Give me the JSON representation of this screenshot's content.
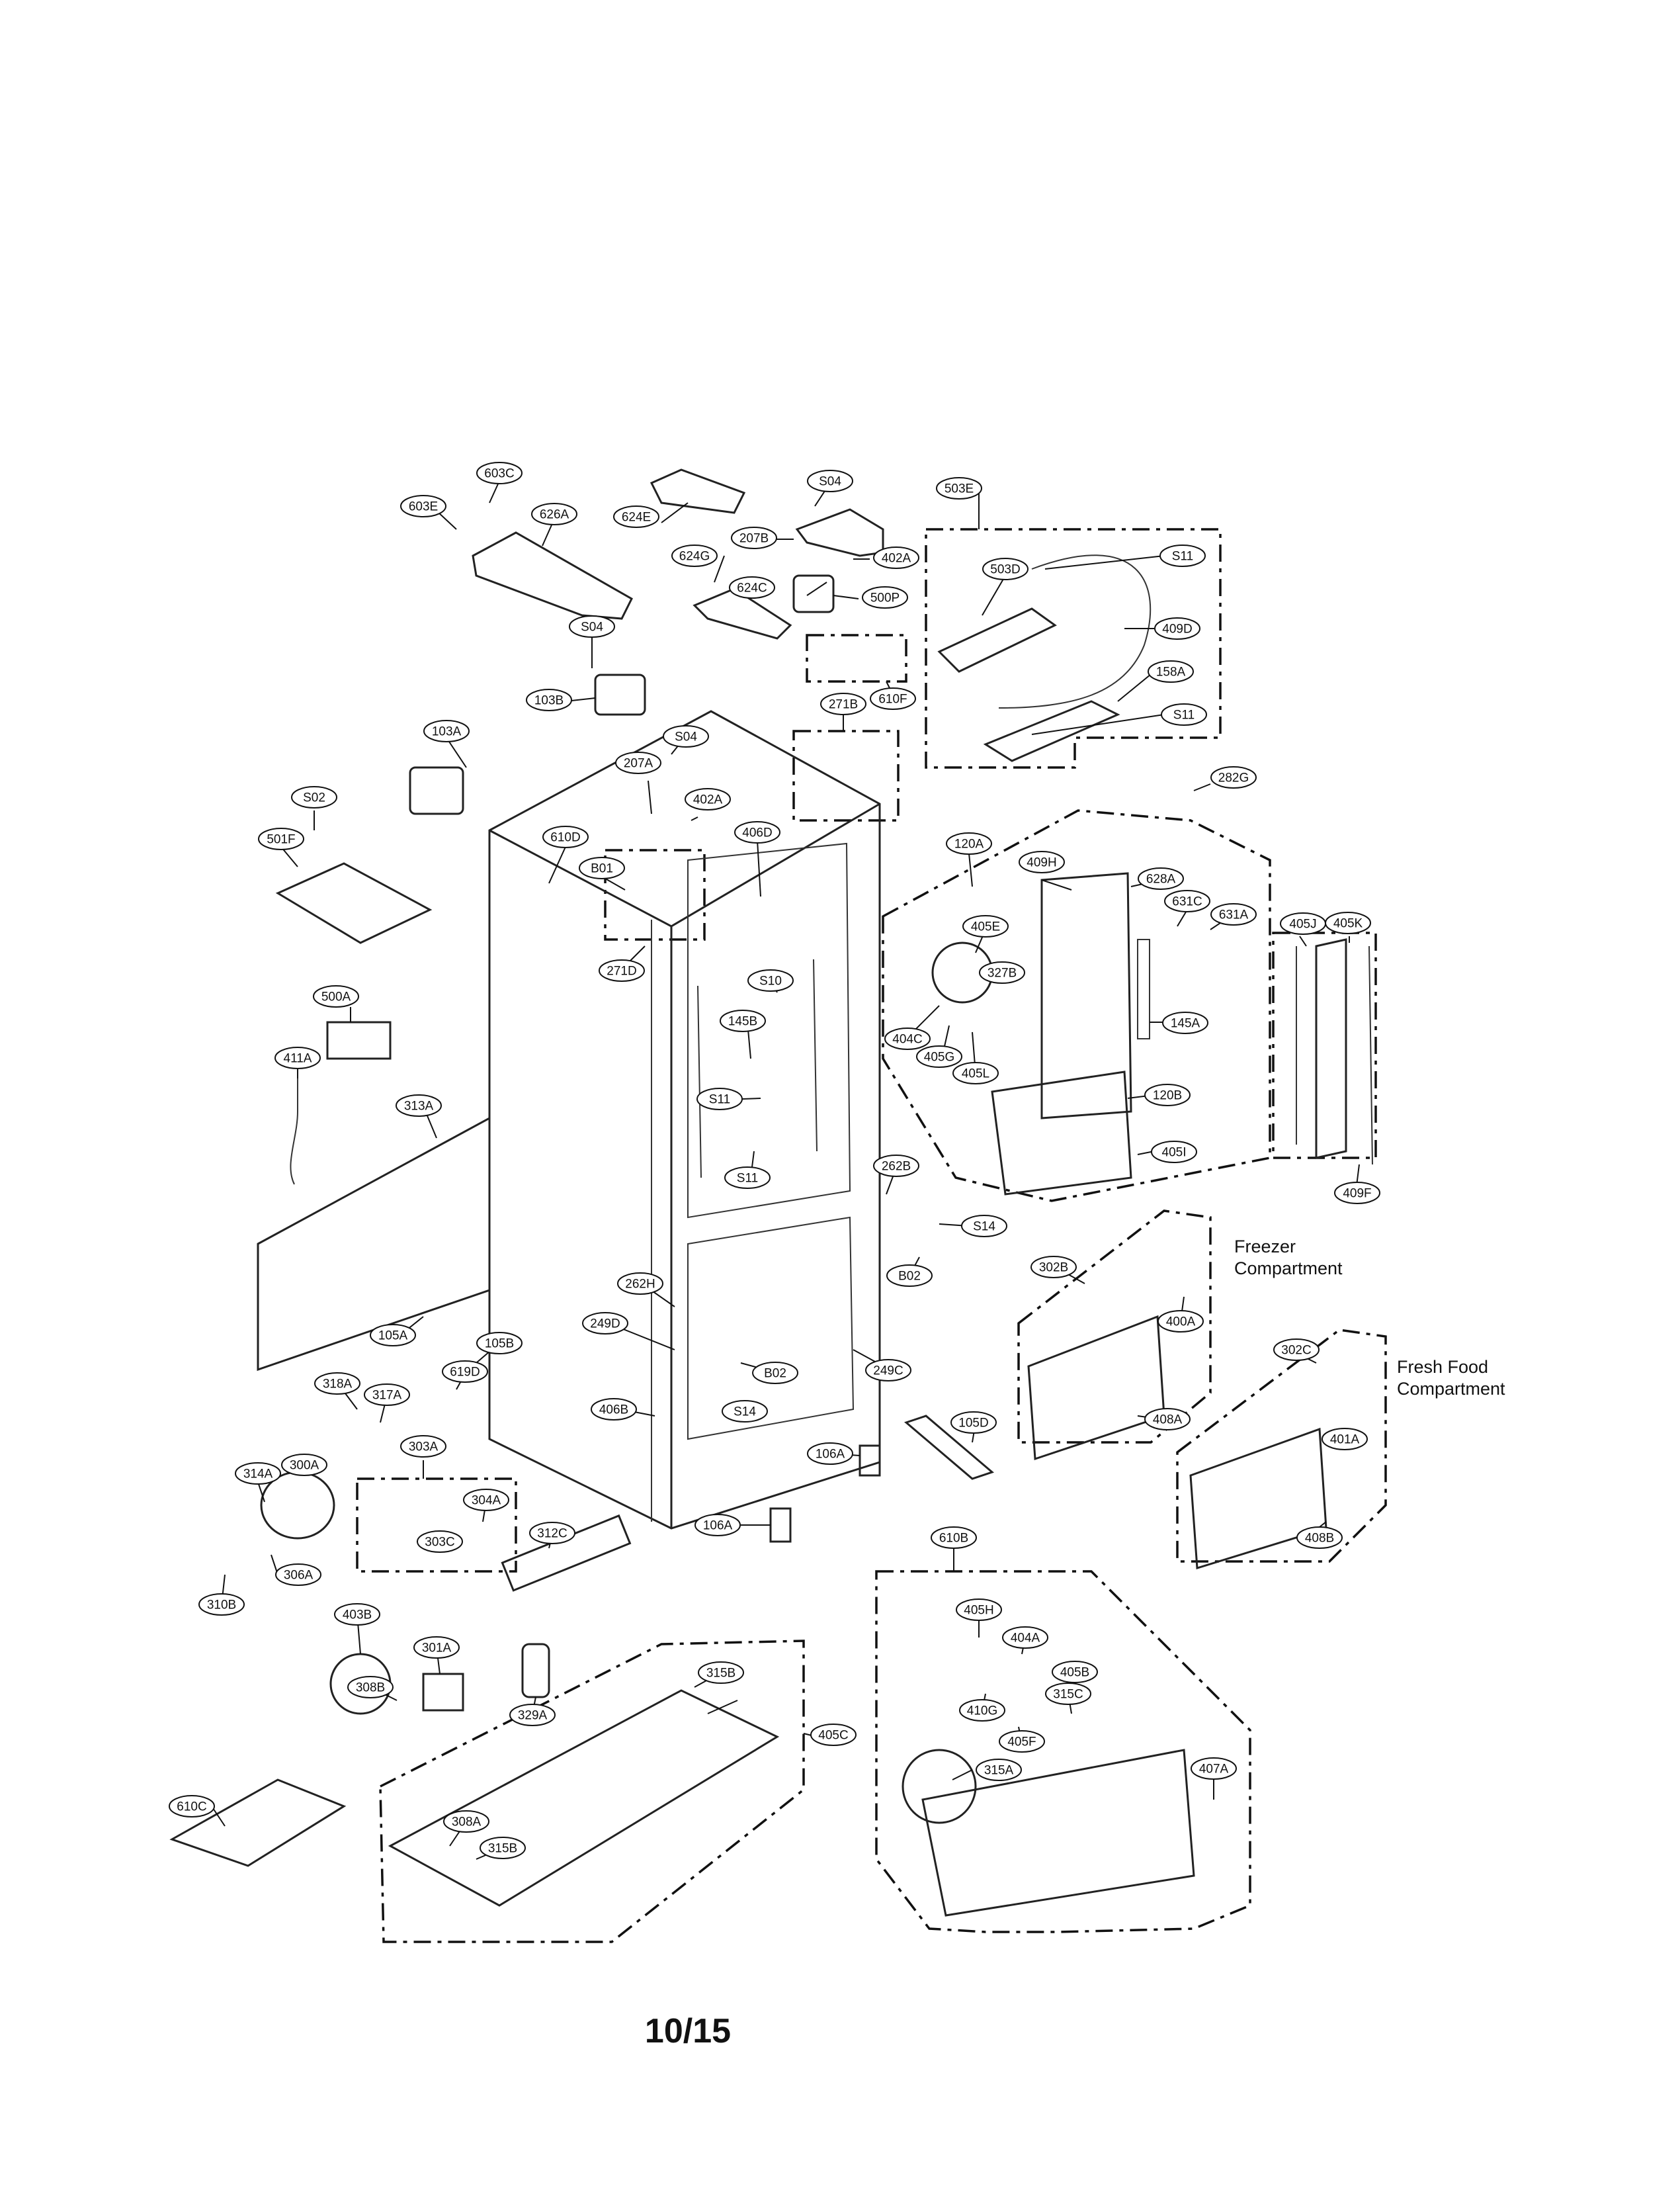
{
  "page_number": "10/15",
  "captions": {
    "freezer_line1": "Freezer",
    "freezer_line2": "Compartment",
    "fresh_line1": "Fresh Food",
    "fresh_line2": "Compartment"
  },
  "callouts": [
    "603C",
    "603E",
    "626A",
    "624E",
    "S04",
    "207B",
    "402A",
    "624G",
    "624C",
    "500P",
    "503E",
    "503D",
    "S11",
    "409D",
    "158A",
    "S11",
    "S04",
    "103B",
    "610F",
    "271B",
    "S04",
    "103A",
    "207A",
    "402A",
    "282G",
    "S02",
    "610D",
    "406D",
    "501F",
    "B01",
    "120A",
    "409H",
    "628A",
    "631C",
    "631A",
    "405J",
    "405K",
    "271D",
    "S10",
    "405E",
    "327B",
    "404C",
    "405G",
    "405L",
    "145A",
    "500A",
    "145B",
    "411A",
    "S11",
    "120B",
    "405I",
    "313A",
    "S11",
    "262B",
    "S14",
    "409F",
    "B02",
    "302B",
    "400A",
    "262H",
    "249D",
    "105A",
    "105B",
    "B02",
    "302C",
    "249C",
    "318A",
    "317A",
    "619D",
    "406B",
    "S14",
    "105D",
    "401A",
    "303A",
    "106A",
    "408A",
    "314A",
    "300A",
    "304A",
    "106A",
    "408B",
    "312C",
    "303C",
    "306A",
    "310B",
    "610B",
    "403B",
    "405H",
    "404A",
    "301A",
    "315B",
    "405B",
    "308B",
    "315C",
    "329A",
    "410G",
    "405F",
    "405C",
    "315A",
    "407A",
    "610C",
    "308A",
    "315B",
    "315C"
  ]
}
